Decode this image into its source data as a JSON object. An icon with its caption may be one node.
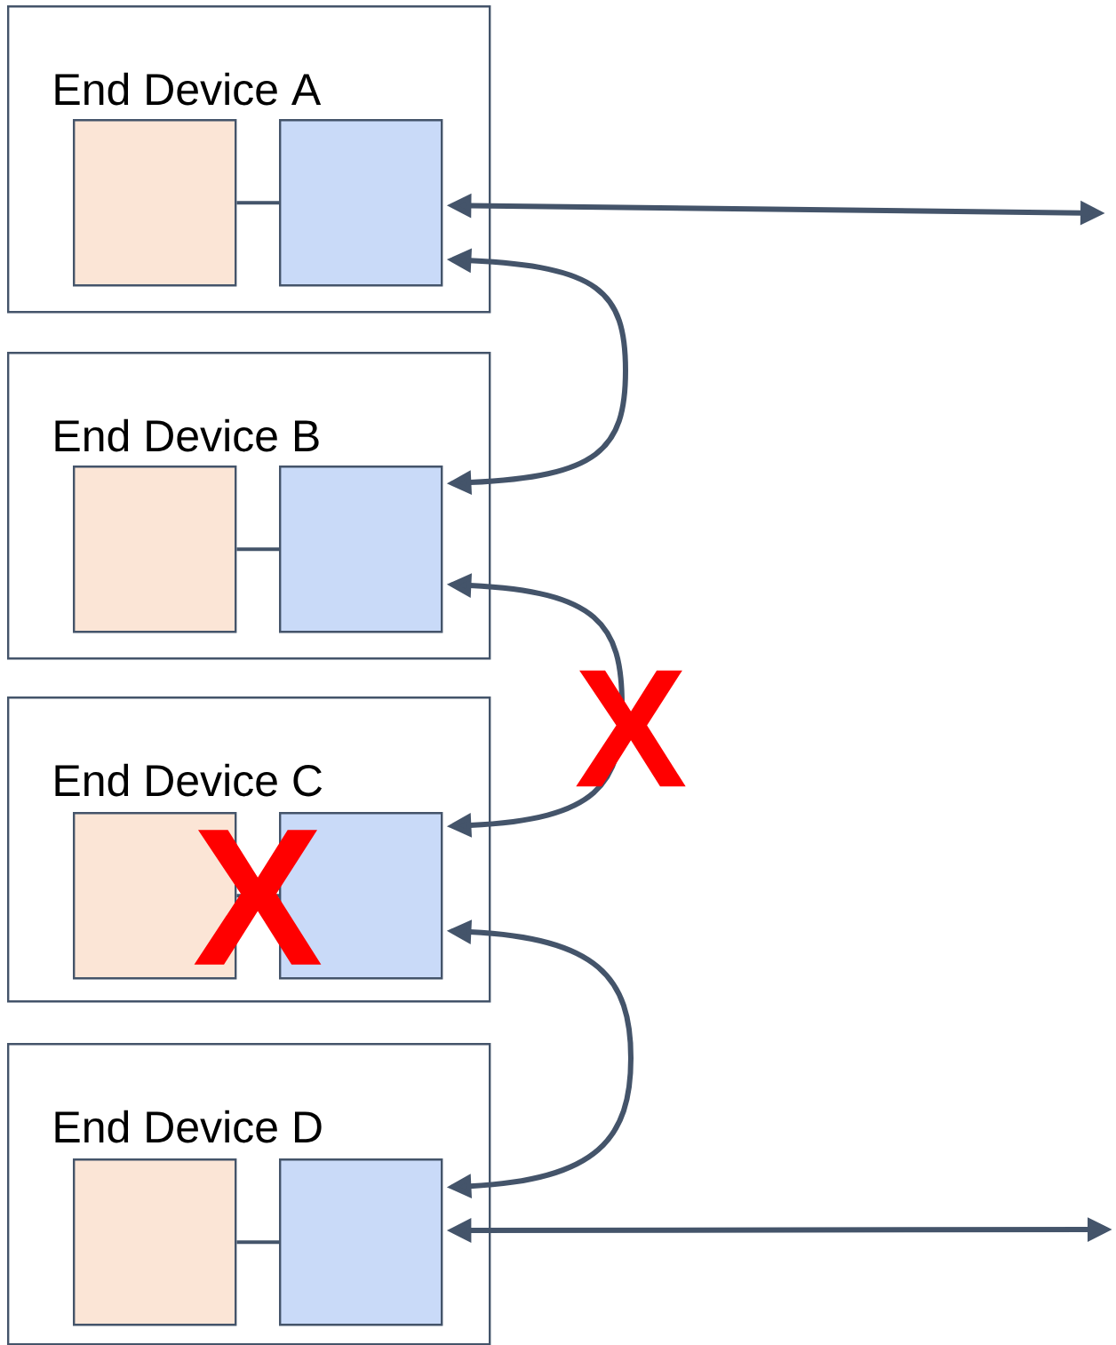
{
  "diagram": {
    "nodes": [
      {
        "text": [
          "End Device A"
        ]
      },
      {
        "text": [],
        "shape": "box",
        "in": 0
      },
      {
        "text": [],
        "shape": "box",
        "in": 0
      },
      {
        "text": [
          "End Device B"
        ]
      },
      {
        "text": [],
        "shape": "box",
        "in": 3
      },
      {
        "text": [],
        "shape": "box",
        "in": 3
      },
      {
        "text": [
          "End Device C"
        ]
      },
      {
        "text": [],
        "shape": "box",
        "in": 6
      },
      {
        "text": [],
        "shape": "box",
        "in": 6
      },
      {
        "text": [
          "End Device D"
        ]
      },
      {
        "text": [],
        "shape": "box",
        "in": 9
      },
      {
        "text": [],
        "shape": "box",
        "in": 9
      }
    ],
    "edges": [
      {
        "from": 1,
        "to": 2,
        "arrow": "none"
      },
      {
        "from": 2,
        "to": null,
        "arrow": "both"
      },
      {
        "from": 2,
        "to": 5,
        "arrow": "both"
      },
      {
        "from": 4,
        "to": 5,
        "arrow": "none"
      },
      {
        "from": 5,
        "to": 8,
        "arrow": "both"
      },
      {
        "from": 7,
        "to": 8,
        "arrow": "none"
      },
      {
        "from": 8,
        "to": 11,
        "arrow": "both"
      },
      {
        "from": 10,
        "to": 11,
        "arrow": "none"
      },
      {
        "from": 11,
        "to": null,
        "arrow": "both"
      }
    ],
    "labels": [
      "X",
      "X"
    ]
  }
}
